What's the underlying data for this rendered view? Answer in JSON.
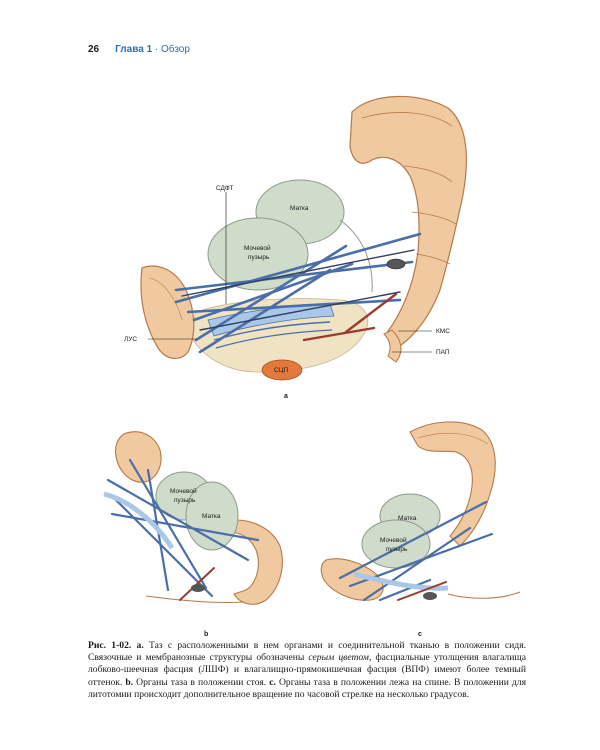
{
  "header": {
    "page_number": "26",
    "chapter": "Глава 1",
    "separator": " · ",
    "section": "Обзор"
  },
  "figure": {
    "panel_a": {
      "label": "a",
      "annotations": {
        "sdft": "СДФТ",
        "uterus": "Матка",
        "bladder_line1": "Мочевой",
        "bladder_line2": "пузырь",
        "lus": "ЛУС",
        "kms": "КМС",
        "pap": "ПАП",
        "scp": "СЦП"
      }
    },
    "panel_b": {
      "label": "b",
      "annotations": {
        "bladder_line1": "Мочевой",
        "bladder_line2": "пузырь",
        "uterus": "Матка"
      }
    },
    "panel_c": {
      "label": "c",
      "annotations": {
        "uterus": "Матка",
        "bladder_line1": "Мочевой",
        "bladder_line2": "пузырь"
      }
    },
    "colors": {
      "bone": "#f0c9a0",
      "bone_outline": "#b47a4a",
      "cartilage": "#e3d3a8",
      "organ": "#cfdcc9",
      "organ_outline": "#8c9c8a",
      "ligament_blue": "#4a6ea8",
      "ligament_dark": "#2f3f5f",
      "muscle_red": "#9b3b2c",
      "scp_orange": "#e27a3e",
      "light_blue": "#a9c8e8"
    }
  },
  "caption": {
    "fig_label": "Рис. 1-02.",
    "part_a_label": "a.",
    "text_1": " Таз с расположенными в нем органами и соединительной тканью в положении сидя. Связочные и мембранозные структуры обозначены ",
    "italic_1": "серым цветом",
    "text_2": ", фасциальные утолщения влагалища лобково-шеечная фасция (ЛШФ) и влагалищно-прямокишечная фасция (ВПФ) имеют более темный оттенок. ",
    "part_b_label": "b.",
    "text_3": " Органы таза в положении стоя. ",
    "part_c_label": "c.",
    "text_4": " Органы таза в положении лежа на спине. В положении для литотомии происходит дополнительное вращение по часовой стрелке на несколько градусов."
  }
}
